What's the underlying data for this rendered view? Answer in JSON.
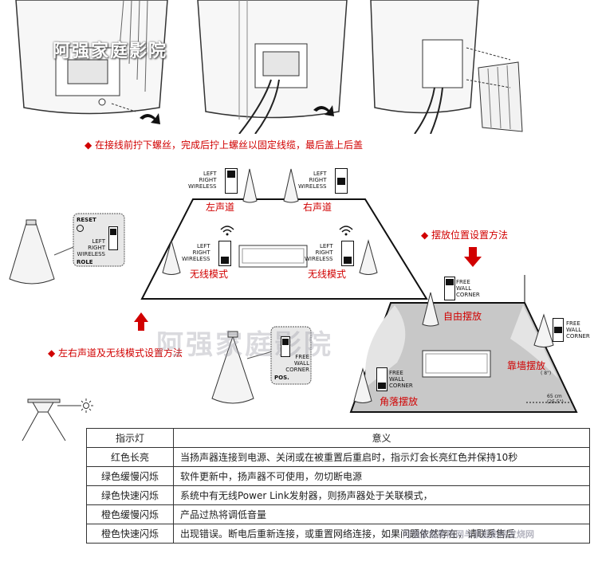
{
  "watermarks": {
    "top": "阿强家庭影院",
    "middle": "阿强家庭影院",
    "bottom": "阿强家庭影院网与家庭影院发烧网"
  },
  "captions": {
    "screw": "◆ 在接线前拧下螺丝，完成后拧上螺丝以固定线缆，最后盖上后盖",
    "placement": "◆ 摆放位置设置方法",
    "channel": "◆ 左右声道及无线模式设置方法"
  },
  "switch_labels": {
    "left": "LEFT",
    "right": "RIGHT",
    "wireless": "WIRELESS",
    "reset": "RESET",
    "role": "ROLE",
    "free": "FREE",
    "wall": "WALL",
    "corner": "CORNER",
    "pos": "POS."
  },
  "room_labels": {
    "left_channel": "左声道",
    "right_channel": "右声道",
    "wireless_left": "无线模式",
    "wireless_right": "无线模式",
    "free": "自由摆放",
    "wall": "靠墙摆放",
    "corner": "角落摆放"
  },
  "dimensions": {
    "d1": "65 cm",
    "d1b": "(25.5\")",
    "d2": "( 8\")"
  },
  "table": {
    "headers": [
      "指示灯",
      "意义"
    ],
    "rows": [
      [
        "红色长亮",
        "当扬声器连接到电源、关闭或在被重置后重启时，指示灯会长亮红色并保持10秒"
      ],
      [
        "绿色缓慢闪烁",
        "软件更新中，扬声器不可使用，勿切断电源"
      ],
      [
        "绿色快速闪烁",
        "系统中有无线Power Link发射器，则扬声器处于关联模式，"
      ],
      [
        "橙色缓慢闪烁",
        "产品过热将调低音量"
      ],
      [
        "橙色快速闪烁",
        "出现错误。断电后重新连接，或重置网络连接，如果问题依然存在，请联系售后"
      ]
    ]
  },
  "colors": {
    "accent": "#d10000",
    "room_gray": "#c8c8c8"
  }
}
